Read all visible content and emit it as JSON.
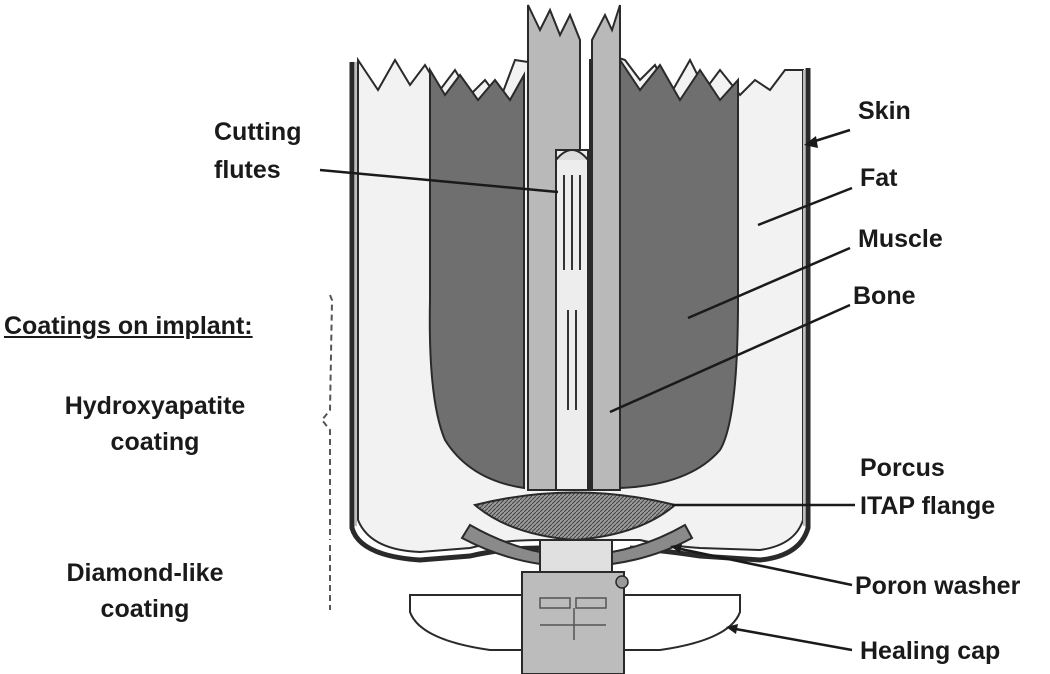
{
  "labels": {
    "cutting_flutes_1": "Cutting",
    "cutting_flutes_2": "flutes",
    "skin": "Skin",
    "fat": "Fat",
    "muscle": "Muscle",
    "bone": "Bone",
    "coatings_heading": "Coatings on implant:",
    "hydroxyapatite_1": "Hydroxyapatite",
    "hydroxyapatite_2": "coating",
    "porcus_1": "Porcus",
    "porcus_2": "ITAP flange",
    "diamond_1": "Diamond-like",
    "diamond_2": "coating",
    "poron_washer": "Poron washer",
    "healing_cap": "Healing cap"
  },
  "colors": {
    "muscle": "#6f6f6f",
    "fat": "#f2f2f2",
    "bone": "#b9b9b9",
    "implant": "#cfcfcf",
    "outline": "#2a2a2a"
  }
}
